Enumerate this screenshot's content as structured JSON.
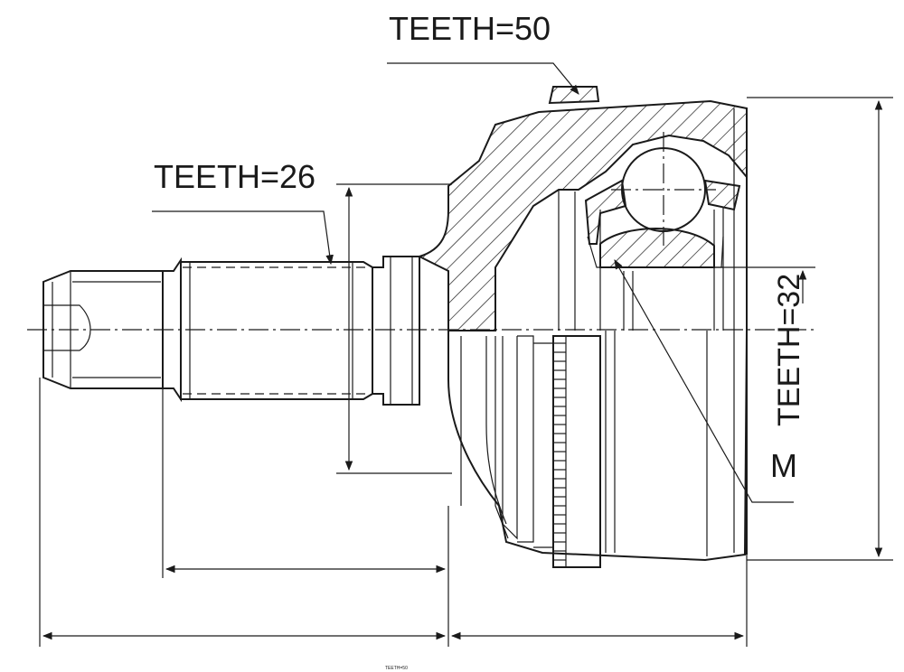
{
  "drawing": {
    "labels": {
      "outer_teeth": "TEETH=50",
      "shaft_teeth": "TEETH=26",
      "inner_teeth": "TEETH=32",
      "thread": "M",
      "watermark": "TEETH=50"
    },
    "colors": {
      "line": "#1a1a1a",
      "background": "#ffffff"
    }
  }
}
